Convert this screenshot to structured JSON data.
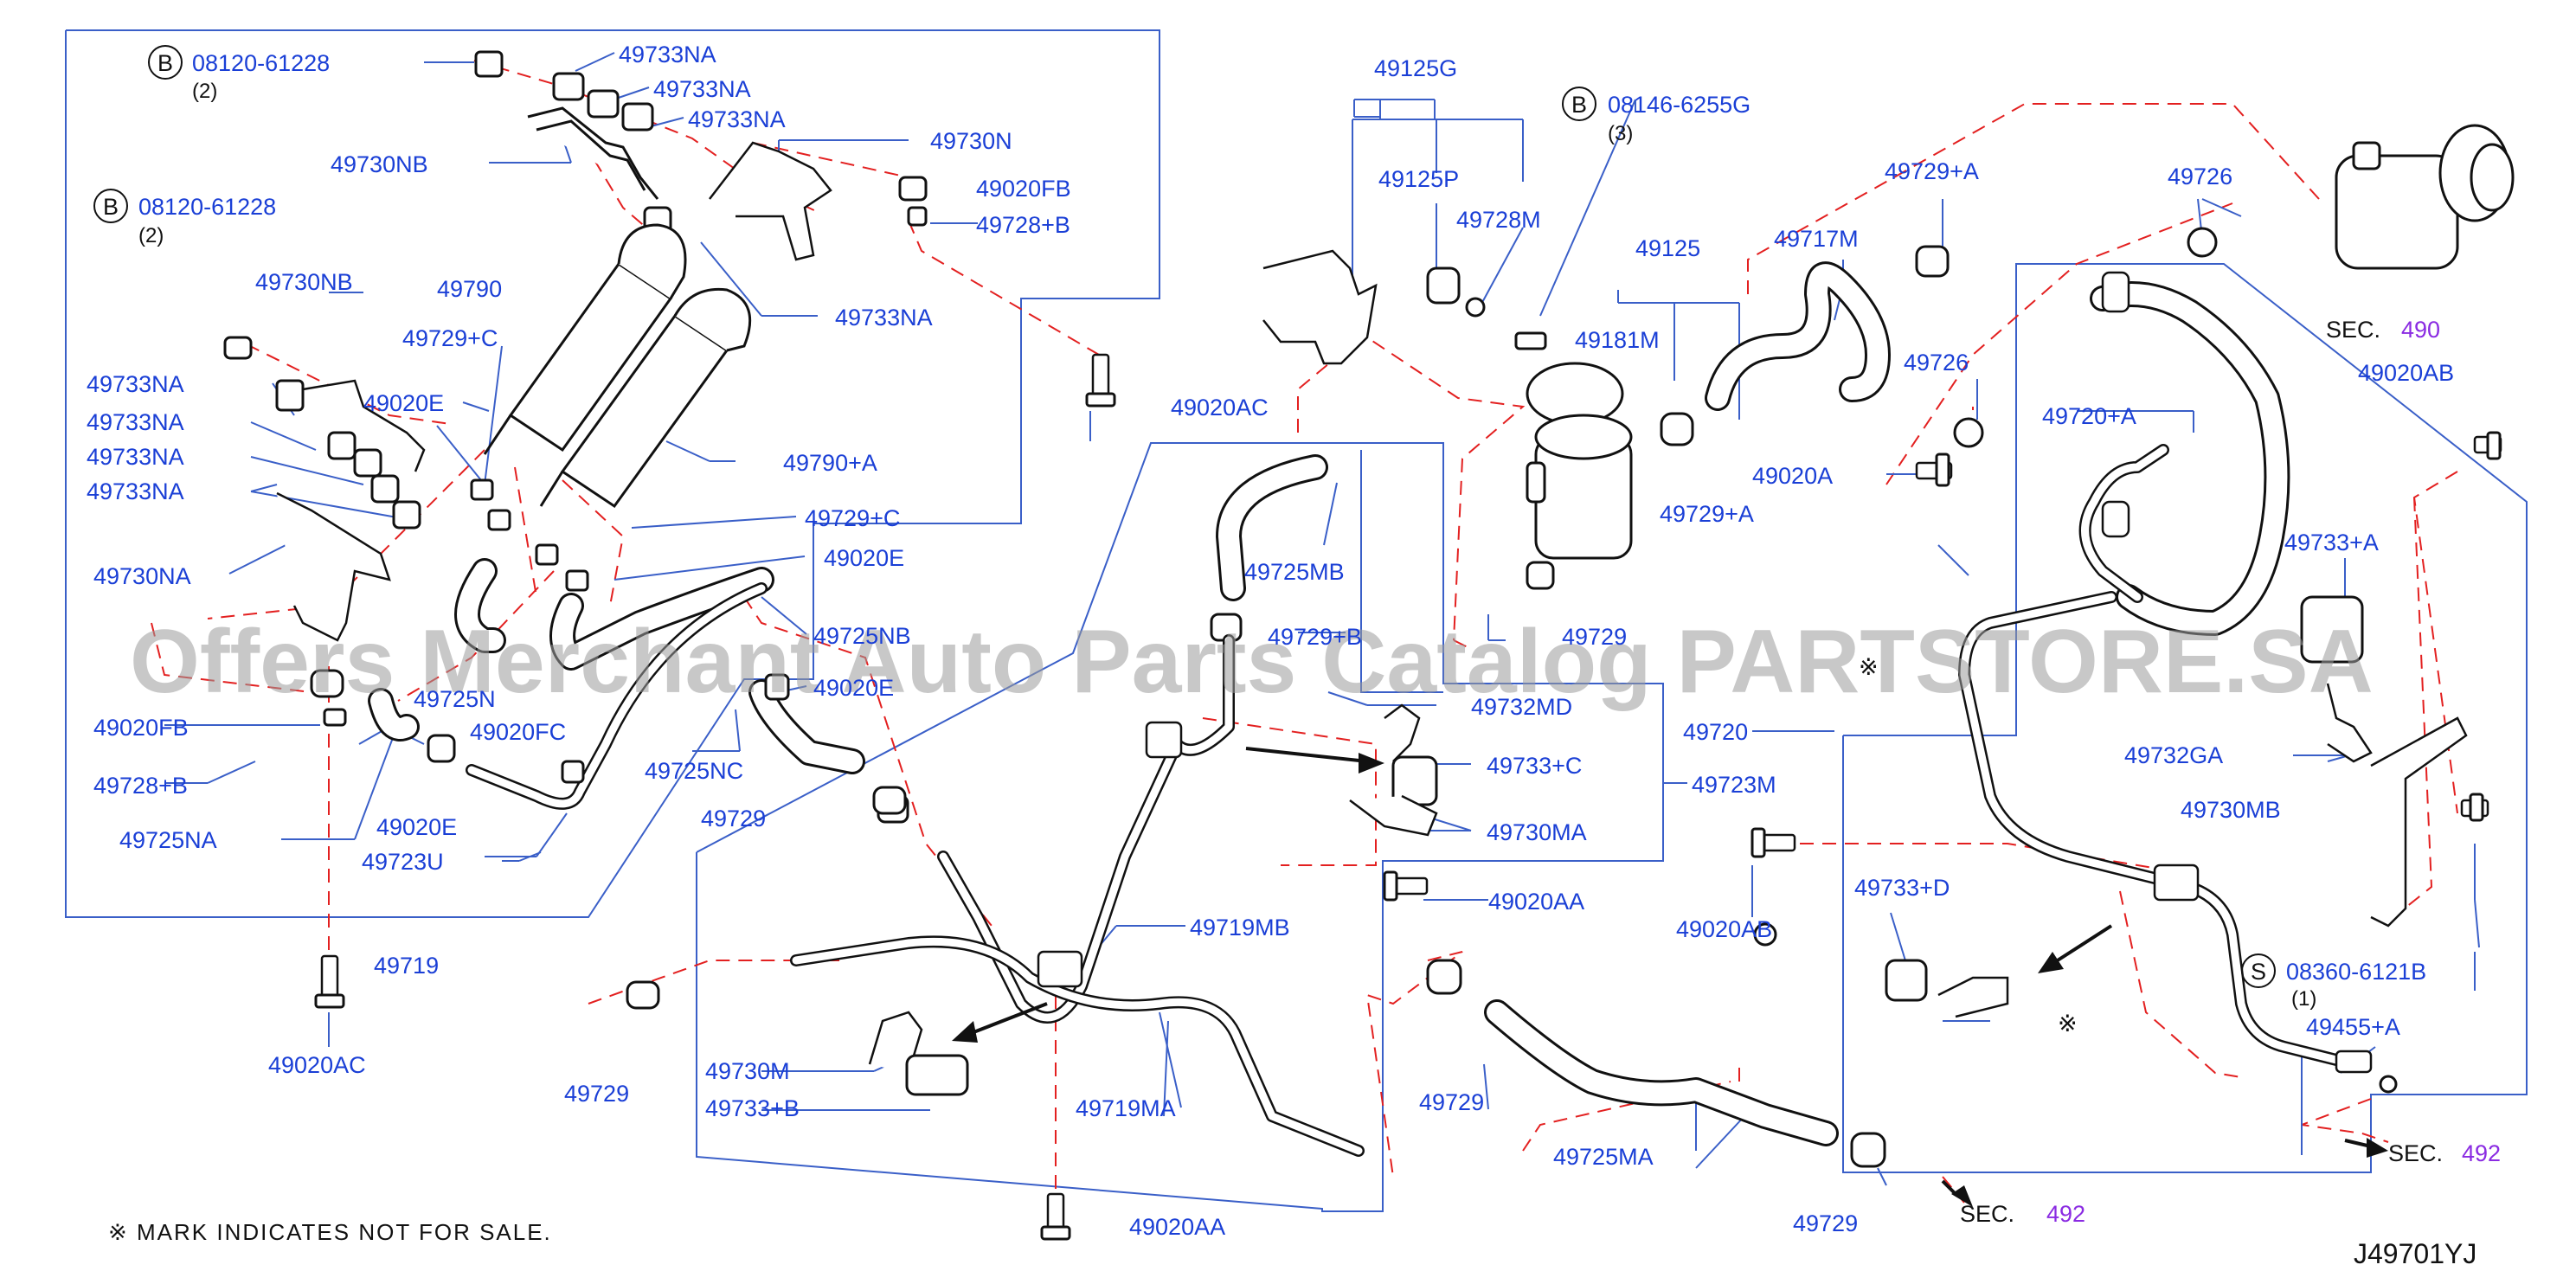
{
  "diagram": {
    "code": "J49701YJ",
    "watermark": "Offers Merchant Auto Parts Catalog PARTSTORE.SA",
    "note": "※ MARK  INDICATES  NOT  FOR  SALE.",
    "bolt_prefix": "B",
    "screw_prefix": "S",
    "sec_word": "SEC.",
    "bolts": [
      {
        "part": "08120-61228",
        "qty": "(2)"
      },
      {
        "part": "08120-61228",
        "qty": "(2)"
      },
      {
        "part": "08146-6255G",
        "qty": "(3)"
      },
      {
        "part": "08360-6121B",
        "qty": "(1)"
      }
    ],
    "sections": [
      "490",
      "492",
      "492"
    ],
    "not_for_sale_mark": "※",
    "labels": [
      "49733NA",
      "49733NA",
      "49733NA",
      "49730NB",
      "49733NA",
      "49730N",
      "49020FB",
      "49728+B",
      "49730NB",
      "49790",
      "49729+C",
      "49733NA",
      "49020E",
      "49733NA",
      "49733NA",
      "49733NA",
      "49790+A",
      "49729+C",
      "49020E",
      "49730NA",
      "49725NB",
      "49020E",
      "49725N",
      "49020FB",
      "49020FC",
      "49728+B",
      "49020E",
      "49725NC",
      "49725NA",
      "49723U",
      "49729",
      "49719",
      "49020AC",
      "49020AC",
      "49125G",
      "49125P",
      "49728M",
      "49125",
      "49181M",
      "49717M",
      "49729+A",
      "49726",
      "49726",
      "49720+A",
      "49020A",
      "49729+A",
      "49725MB",
      "49729+B",
      "49729",
      "49732MD",
      "49733+C",
      "49730MA",
      "49723M",
      "49720",
      "49020AA",
      "49719MB",
      "49730M",
      "49733+B",
      "49719MA",
      "49729",
      "49729",
      "49725MA",
      "49729",
      "49020AA",
      "49020AB",
      "49733+A",
      "49732GA",
      "49730MB",
      "49020AB",
      "49733+D",
      "49455+A"
    ]
  }
}
